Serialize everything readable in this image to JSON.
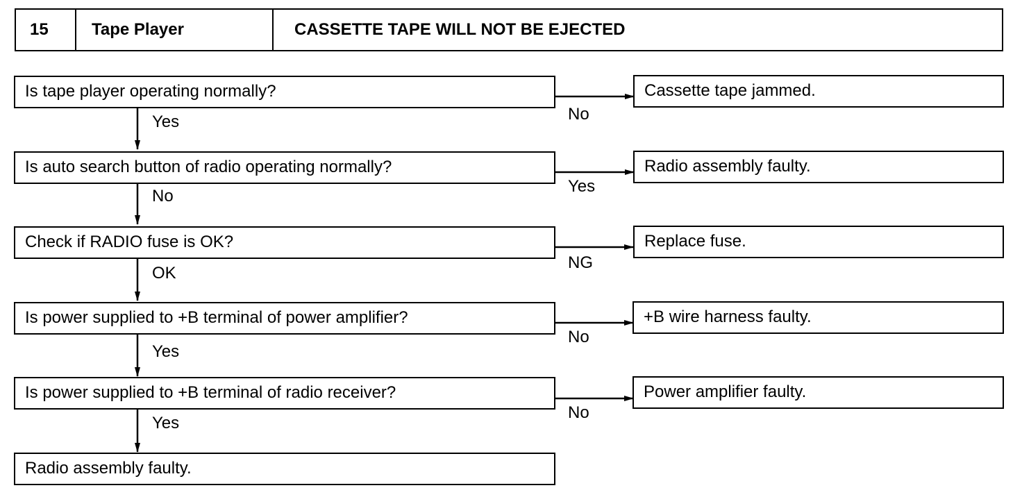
{
  "header": {
    "number": "15",
    "section": "Tape Player",
    "title": "CASSETTE TAPE WILL NOT BE EJECTED"
  },
  "steps": [
    {
      "question": "Is tape player operating normally?",
      "down_label": "Yes",
      "side_label": "No",
      "result": "Cassette tape jammed."
    },
    {
      "question": "Is auto search button of radio operating normally?",
      "down_label": "No",
      "side_label": "Yes",
      "result": "Radio assembly faulty."
    },
    {
      "question": "Check if RADIO fuse is OK?",
      "down_label": "OK",
      "side_label": "NG",
      "result": "Replace fuse."
    },
    {
      "question": "Is power supplied to +B terminal of power amplifier?",
      "down_label": "Yes",
      "side_label": "No",
      "result": "+B wire harness faulty."
    },
    {
      "question": "Is power supplied to +B terminal of radio receiver?",
      "down_label": "Yes",
      "side_label": "No",
      "result": "Power amplifier faulty."
    }
  ],
  "final": "Radio assembly faulty."
}
